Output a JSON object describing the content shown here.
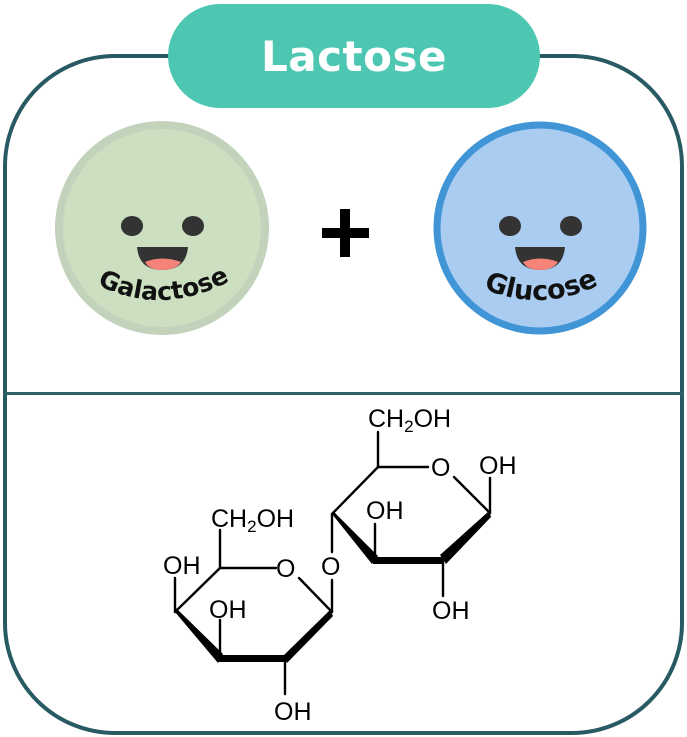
{
  "title": "Lactose",
  "operator": "+",
  "colors": {
    "frame": "#285a63",
    "title_bg": "#4dc7b2",
    "title_text": "#ffffff",
    "galactose_fill": "#cce0c1",
    "galactose_ring": "#c2d2bb",
    "glucose_fill": "#a9ccf0",
    "glucose_ring": "#3f95d6",
    "face_features": "#333333",
    "tongue": "#f5837a"
  },
  "monosaccharides": [
    {
      "name": "Galactose",
      "icon": "smiley-face-icon"
    },
    {
      "name": "Glucose",
      "icon": "smiley-face-icon"
    }
  ],
  "structure": {
    "galactose_ring": {
      "ch2oh": "CH2OH",
      "ring_o": "O",
      "oh_c4": "OH",
      "oh_c3": "OH",
      "oh_c2": "OH"
    },
    "glycosidic_o": "O",
    "glucose_ring": {
      "ch2oh": "CH2OH",
      "ring_o": "O",
      "oh_c1": "OH",
      "oh_c3": "OH",
      "oh_c2": "OH"
    }
  }
}
